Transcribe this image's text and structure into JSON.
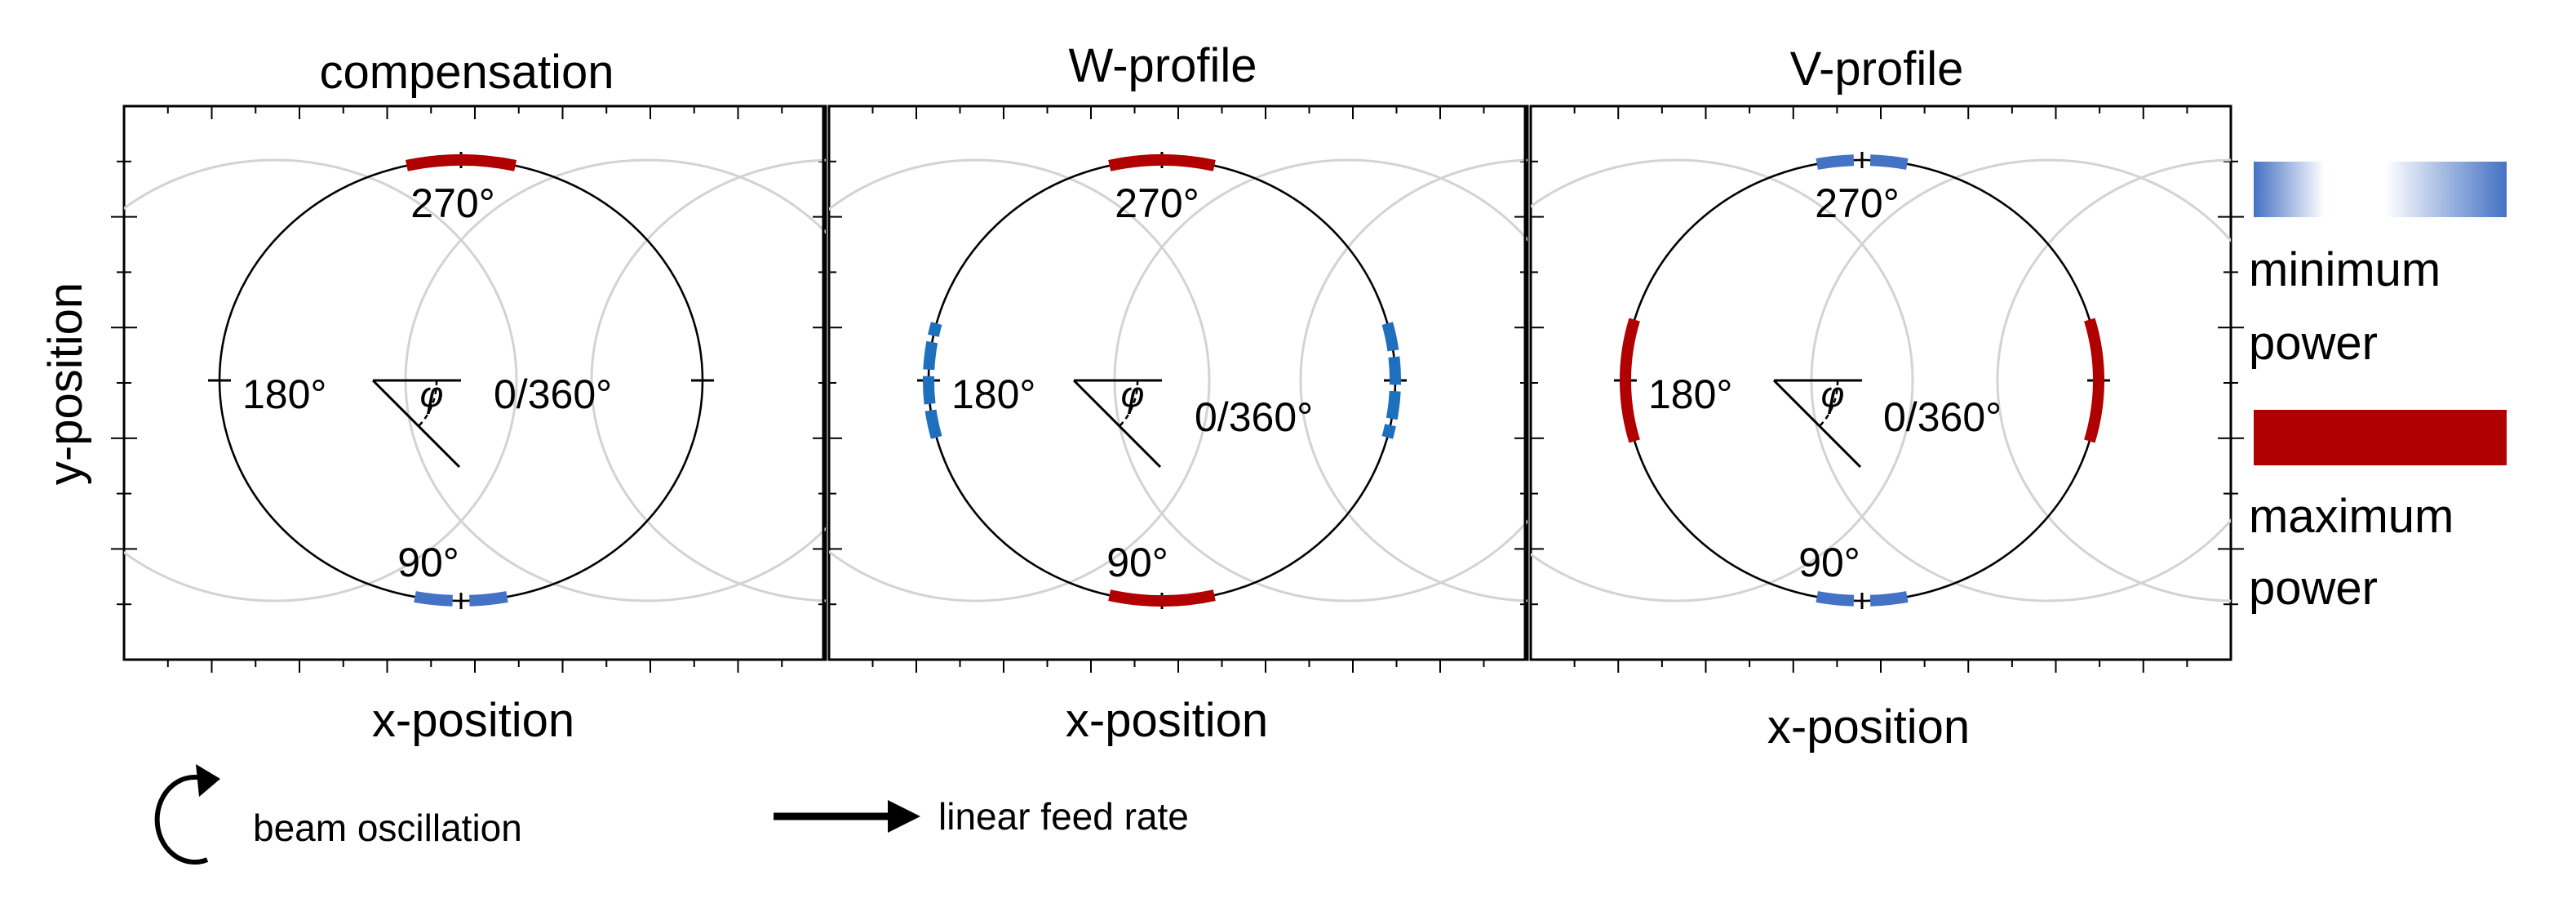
{
  "panels": [
    {
      "title": "compensation",
      "angle_labels": {
        "deg270": "270°",
        "deg180": "180°",
        "deg90": "90°",
        "deg0": "0/360°"
      },
      "phi": "φ",
      "xlabel": "x-position",
      "power_regions": [
        {
          "level": "maximum",
          "center_deg": 270,
          "span_deg": 26,
          "style": "solid"
        },
        {
          "level": "minimum",
          "center_deg": 90,
          "span_deg": 22,
          "style": "gradient"
        }
      ]
    },
    {
      "title": "W-profile",
      "angle_labels": {
        "deg270": "270°",
        "deg180": "180°",
        "deg90": "90°",
        "deg0": "0/360°"
      },
      "phi": "φ",
      "xlabel": "x-position",
      "power_regions": [
        {
          "level": "maximum",
          "center_deg": 270,
          "span_deg": 26,
          "style": "solid"
        },
        {
          "level": "maximum",
          "center_deg": 90,
          "span_deg": 26,
          "style": "solid"
        },
        {
          "level": "minimum",
          "center_deg": 180,
          "span_deg": 30,
          "style": "dashed"
        },
        {
          "level": "minimum",
          "center_deg": 0,
          "span_deg": 30,
          "style": "dashed"
        }
      ]
    },
    {
      "title": "V-profile",
      "angle_labels": {
        "deg270": "270°",
        "deg180": "180°",
        "deg90": "90°",
        "deg0": "0/360°"
      },
      "phi": "φ",
      "xlabel": "x-position",
      "power_regions": [
        {
          "level": "minimum",
          "center_deg": 270,
          "span_deg": 22,
          "style": "gradient"
        },
        {
          "level": "minimum",
          "center_deg": 90,
          "span_deg": 22,
          "style": "gradient"
        },
        {
          "level": "maximum",
          "center_deg": 180,
          "span_deg": 32,
          "style": "solid"
        },
        {
          "level": "maximum",
          "center_deg": 0,
          "span_deg": 32,
          "style": "solid"
        }
      ]
    }
  ],
  "ylabel": "y-position",
  "legend": {
    "minimum_line1": "minimum",
    "minimum_line2": "power",
    "maximum_line1": "maximum",
    "maximum_line2": "power"
  },
  "footer": {
    "oscillation": "beam oscillation",
    "feed": "linear feed rate"
  },
  "colors": {
    "maximum_power": "#b00000",
    "minimum_power": "#4472c4",
    "minimum_power_dashed": "#1f6fbf",
    "trajectory_ghost": "#d3d3d3",
    "trajectory_main": "#000000"
  }
}
